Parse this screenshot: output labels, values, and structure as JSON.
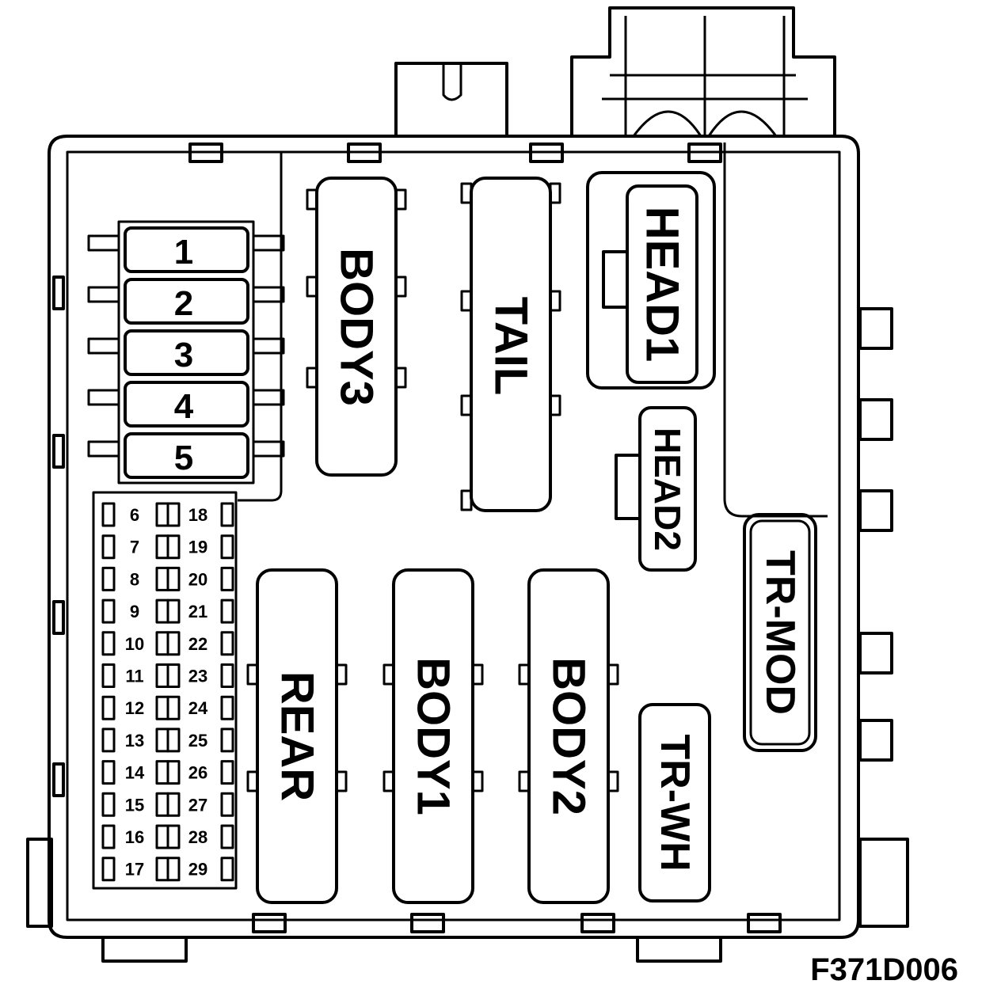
{
  "diagram_code": "F371D006",
  "large_fuses": [
    "1",
    "2",
    "3",
    "4",
    "5"
  ],
  "mini_fuses_left": [
    "6",
    "7",
    "8",
    "9",
    "10",
    "11",
    "12",
    "13",
    "14",
    "15",
    "16",
    "17"
  ],
  "mini_fuses_right": [
    "18",
    "19",
    "20",
    "21",
    "22",
    "23",
    "24",
    "25",
    "26",
    "27",
    "28",
    "29"
  ],
  "relays": {
    "body3": "BODY3",
    "tail": "TAIL",
    "head1": "HEAD1",
    "head2": "HEAD2",
    "rear": "REAR",
    "body1": "BODY1",
    "body2": "BODY2",
    "tr_mod": "TR-MOD",
    "tr_wh": "TR-WH"
  },
  "colors": {
    "line": "#000000",
    "background": "#ffffff"
  }
}
